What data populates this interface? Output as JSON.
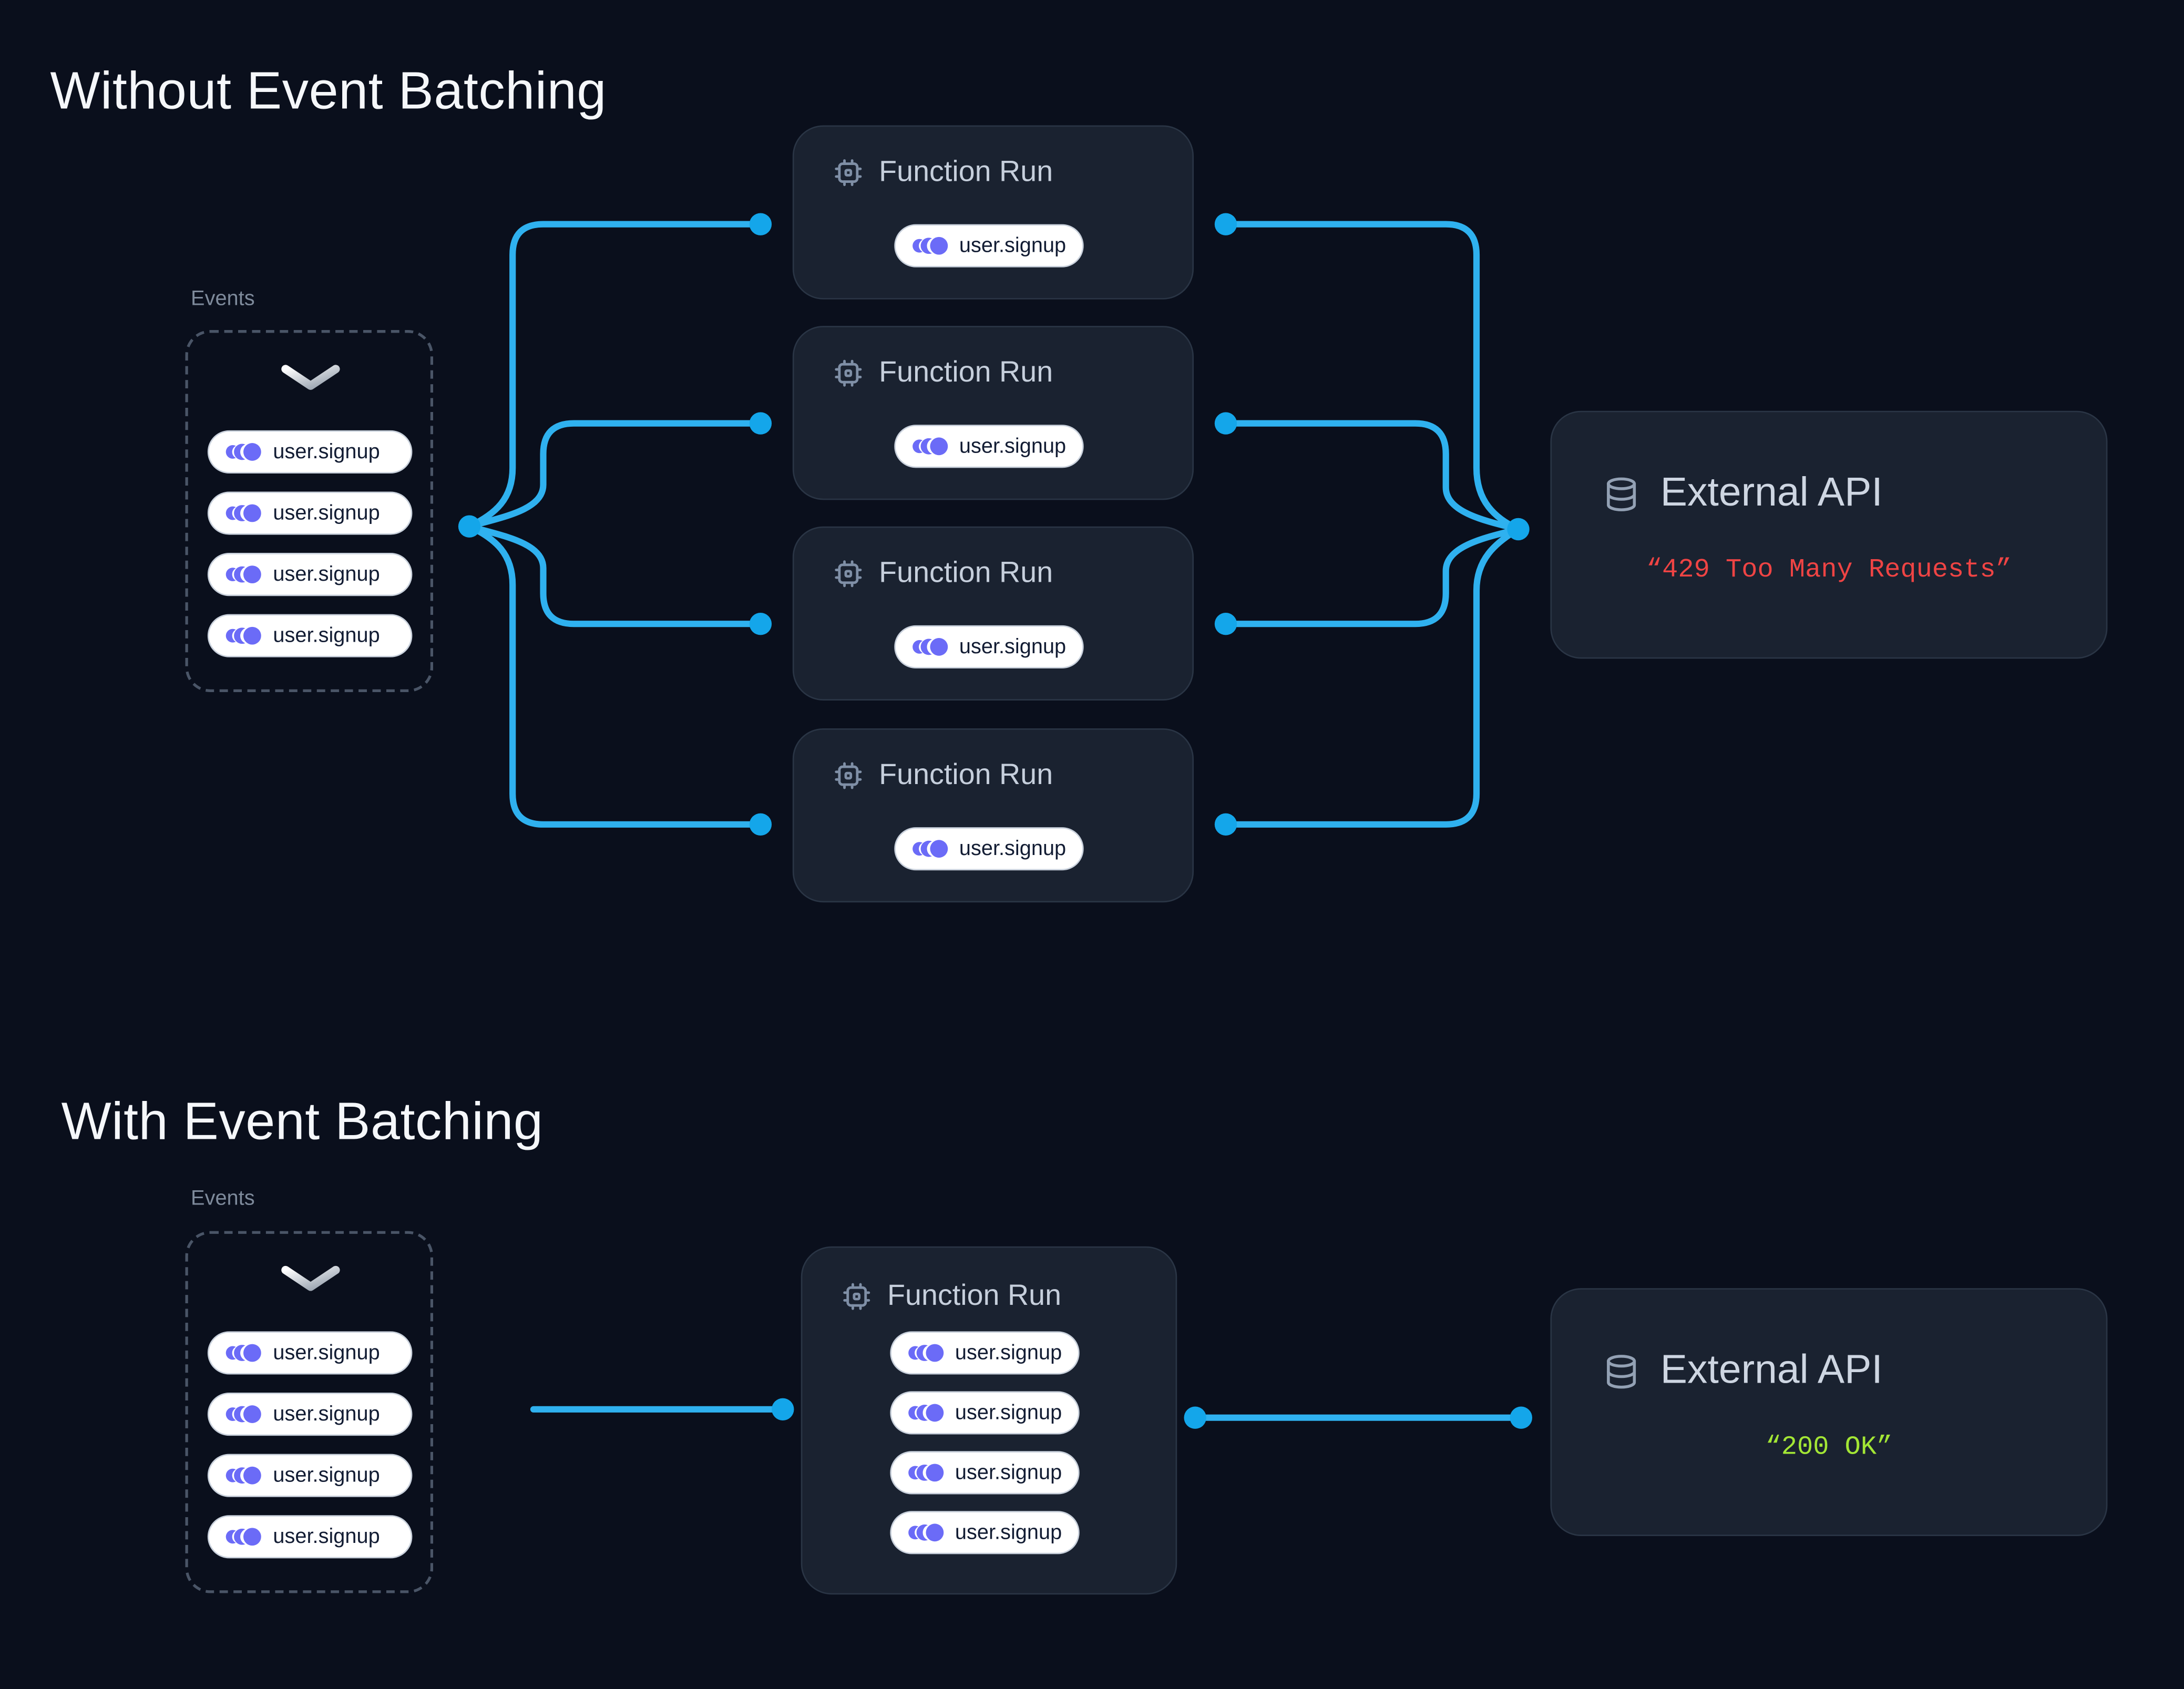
{
  "palette": {
    "page_bg": "#0a0f1c",
    "card_bg": "#1a2230",
    "card_border": "#2a3545",
    "wire_color": "#2fb1ef",
    "node_dot_color": "#14a6ea",
    "event_icon_color": "#6b6bf7",
    "pill_bg": "#ffffff",
    "pill_text": "#121c33",
    "header_text": "#c6cfdc",
    "error_text": "#ef4444",
    "success_text": "#a3e635"
  },
  "sections": [
    {
      "title": "Without Event Batching",
      "events": {
        "label": "Events",
        "pills": [
          "user.signup",
          "user.signup",
          "user.signup",
          "user.signup"
        ]
      },
      "function_runs": [
        {
          "title": "Function Run",
          "pills": [
            "user.signup"
          ]
        },
        {
          "title": "Function Run",
          "pills": [
            "user.signup"
          ]
        },
        {
          "title": "Function Run",
          "pills": [
            "user.signup"
          ]
        },
        {
          "title": "Function Run",
          "pills": [
            "user.signup"
          ]
        }
      ],
      "external_api": {
        "title": "External API",
        "status": "“429 Too Many Requests”",
        "status_color": "#ef4444"
      }
    },
    {
      "title": "With Event Batching",
      "events": {
        "label": "Events",
        "pills": [
          "user.signup",
          "user.signup",
          "user.signup",
          "user.signup"
        ]
      },
      "function_runs": [
        {
          "title": "Function Run",
          "pills": [
            "user.signup",
            "user.signup",
            "user.signup",
            "user.signup"
          ]
        }
      ],
      "external_api": {
        "title": "External API",
        "status": "“200 OK”",
        "status_color": "#a3e635"
      }
    }
  ]
}
